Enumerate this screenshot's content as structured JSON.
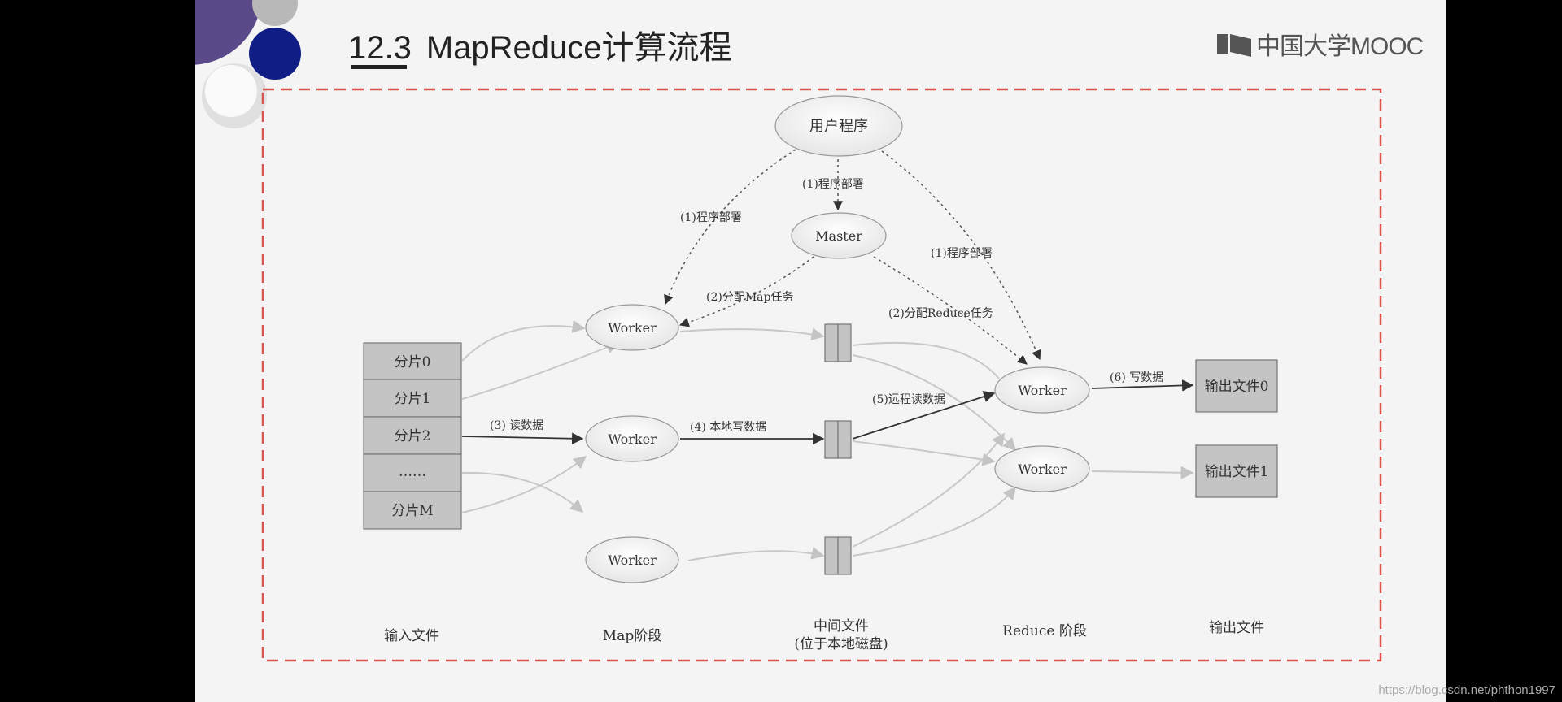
{
  "header": {
    "section_number": "12.3",
    "title": "MapReduce计算流程",
    "logo_text": "中国大学MOOC"
  },
  "diagram": {
    "user_program": "用户程序",
    "master": "Master",
    "worker": "Worker",
    "splits": [
      "分片0",
      "分片1",
      "分片2",
      "……",
      "分片M"
    ],
    "outputs": [
      "输出文件0",
      "输出文件1"
    ],
    "edge_labels": {
      "deploy": "(1)程序部署",
      "assign_map": "(2)分配Map任务",
      "assign_reduce": "(2)分配Reduce任务",
      "read": "(3) 读数据",
      "local_write": "(4) 本地写数据",
      "remote_read": "(5)远程读数据",
      "write": "(6) 写数据"
    },
    "column_labels": {
      "input": "输入文件",
      "map": "Map阶段",
      "intermediate_line1": "中间文件",
      "intermediate_line2": "(位于本地磁盘)",
      "reduce": "Reduce 阶段",
      "output": "输出文件"
    }
  },
  "watermark": "https://blog.csdn.net/phthon1997",
  "colors": {
    "dashed_border": "#d9534f",
    "box_fill": "#c4c4c4",
    "arrow_dark": "#333333",
    "arrow_light": "#c8c8c8",
    "decor_purple": "#5b4a8a",
    "decor_navy": "#0f1d84"
  }
}
